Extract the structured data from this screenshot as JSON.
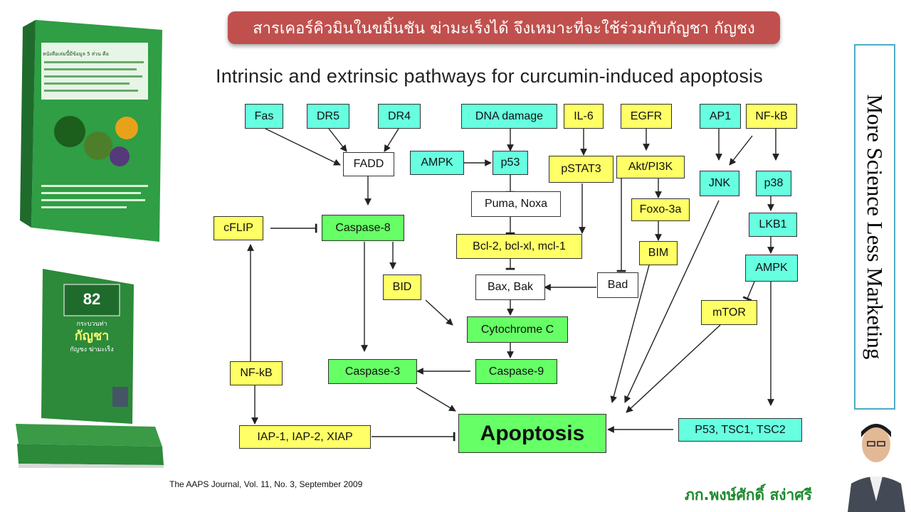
{
  "banner": {
    "text": "สารเคอร์คิวมินในขมิ้นชัน ฆ่ามะเร็งได้ จึงเหมาะที่จะใช้ร่วมกับกัญชา กัญชง"
  },
  "diagram": {
    "title": "Intrinsic and extrinsic pathways for curcumin-induced apoptosis",
    "nodes": {
      "fas": "Fas",
      "dr5": "DR5",
      "dr4": "DR4",
      "dna_damage": "DNA damage",
      "il6": "IL-6",
      "egfr": "EGFR",
      "ap1": "AP1",
      "nfkb_top": "NF-kB",
      "fadd": "FADD",
      "ampk_left": "AMPK",
      "p53": "p53",
      "pstat3": "pSTAT3",
      "akt": "Akt/PI3K",
      "jnk": "JNK",
      "p38": "p38",
      "puma": "Puma, Noxa",
      "foxo": "Foxo-3a",
      "cflip": "cFLIP",
      "caspase8": "Caspase-8",
      "bcl2": "Bcl-2, bcl-xl, mcl-1",
      "lkb1": "LKB1",
      "bim": "BIM",
      "ampk_right": "AMPK",
      "bid": "BID",
      "baxbak": "Bax, Bak",
      "bad": "Bad",
      "mtor": "mTOR",
      "cytc": "Cytochrome C",
      "nfkb_left": "NF-kB",
      "caspase3": "Caspase-3",
      "caspase9": "Caspase-9",
      "apoptosis": "Apoptosis",
      "iap": "IAP-1, IAP-2, XIAP",
      "p53tsc": "P53, TSC1, TSC2"
    }
  },
  "side_label": "More Science Less Marketing",
  "citation": "The AAPS Journal, Vol. 11, No. 3, September 2009",
  "author": "ภก.พงษ์ศักดิ์ สง่าศรี",
  "book_top": {
    "heading": "หนังสือเล่มนี้มีข้อมูล 5 ส่วน คือ"
  },
  "book_bottom": {
    "number": "82",
    "line1": "กระบวนท่า",
    "line2": "กัญชา",
    "line3": "กัญชง ฆ่ามะเร็ง"
  },
  "colors": {
    "cyan": "#66ffe0",
    "yellow": "#ffff66",
    "green": "#66ff66",
    "banner": "#c0504d",
    "author": "#1e8a2e",
    "side_border": "#4bacc6"
  }
}
